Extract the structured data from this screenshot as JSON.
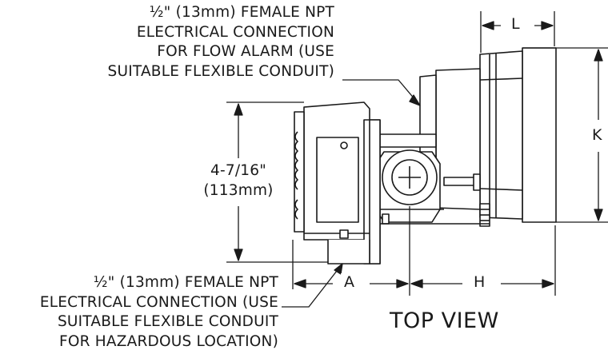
{
  "callout_top": {
    "line1": "½\" (13mm) FEMALE NPT",
    "line2": "ELECTRICAL CONNECTION",
    "line3": "FOR FLOW ALARM (USE",
    "line4": "SUITABLE FLEXIBLE CONDUIT)"
  },
  "callout_bottom": {
    "line1": "½\" (13mm) FEMALE NPT",
    "line2": "ELECTRICAL CONNECTION (USE",
    "line3": "SUITABLE FLEXIBLE CONDUIT",
    "line4": "FOR HAZARDOUS LOCATION)"
  },
  "dimensions": {
    "height_label": "4-7/16\"",
    "height_metric": "(113mm)",
    "A": "A",
    "H": "H",
    "K": "K",
    "L": "L"
  },
  "view_title": "TOP VIEW"
}
